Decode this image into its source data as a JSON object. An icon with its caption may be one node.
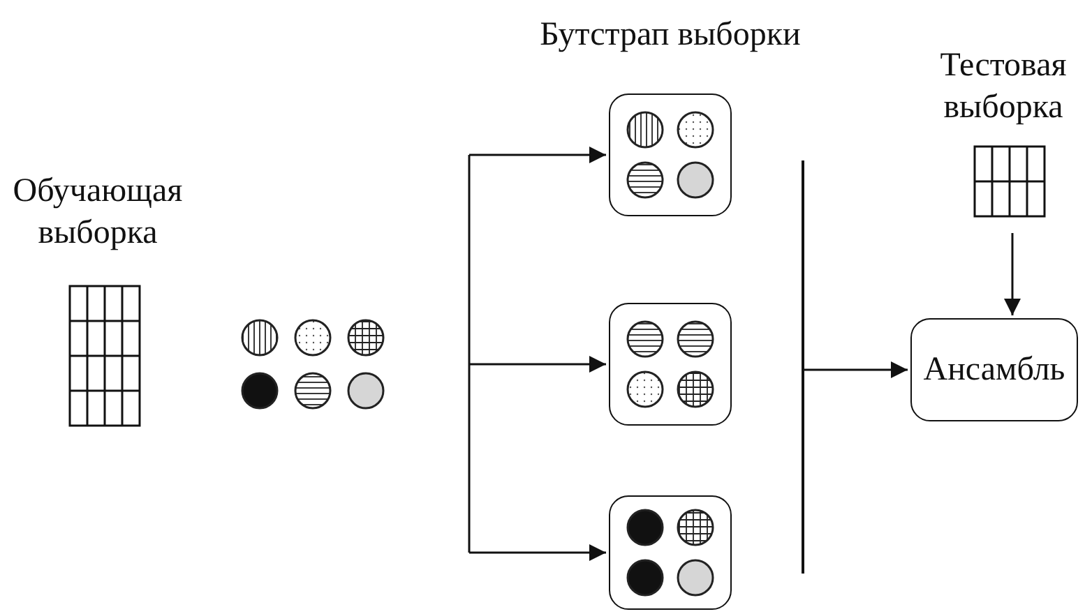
{
  "diagram": {
    "nodes": [
      {
        "text": [
          "Обучающая выборка"
        ]
      },
      {
        "text": [],
        "shape": "box"
      },
      {
        "text": [],
        "shape": "box"
      },
      {
        "text": [],
        "shape": "box"
      },
      {
        "text": [],
        "shape": "bar"
      },
      {
        "text": [
          "Тестовая выборка"
        ]
      },
      {
        "text": [
          "Ансамбль"
        ]
      }
    ],
    "edges": [
      {
        "from": null,
        "to": 1,
        "arrow": "to"
      },
      {
        "from": null,
        "to": 2,
        "arrow": "to"
      },
      {
        "from": null,
        "to": 3,
        "arrow": "to"
      },
      {
        "from": 4,
        "to": 6,
        "arrow": "to"
      },
      {
        "from": 5,
        "to": 6,
        "arrow": "to"
      }
    ],
    "labels": [
      "Бутстрап выборки"
    ]
  }
}
